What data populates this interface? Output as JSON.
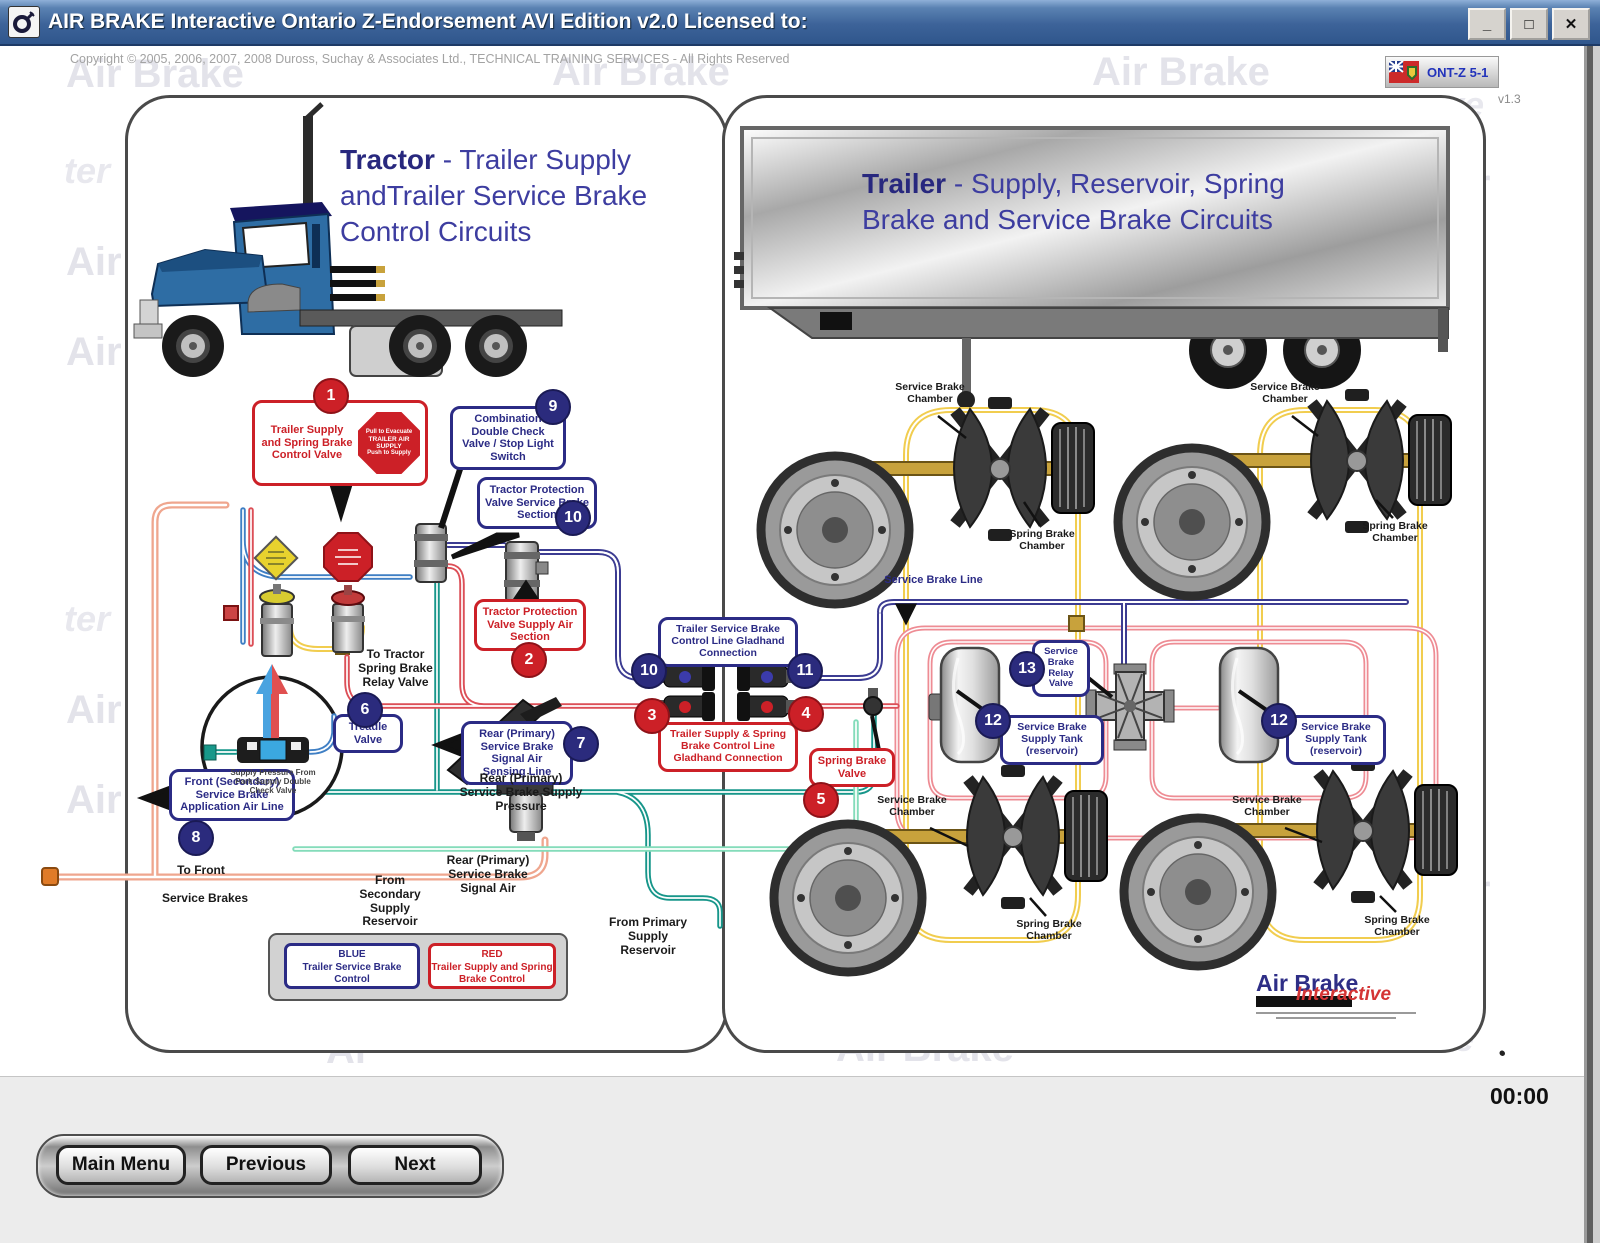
{
  "window": {
    "title": "AIR BRAKE Interactive Ontario Z-Endorsement AVI Edition v2.0  Licensed to:",
    "minimize": "_",
    "maximize": "□",
    "close": "✕"
  },
  "header": {
    "copyright": "Copyright © 2005, 2006, 2007, 2008  Duross, Suchay & Associates Ltd., TECHNICAL TRAINING SERVICES - All Rights Reserved",
    "badge": "ONT-Z 5-1",
    "version": "v1.3"
  },
  "colors": {
    "callout_red": "#cc2027",
    "callout_navy": "#2b2b7d",
    "title_navy": "#3d3da0",
    "titlebar_blue": "#3d6399"
  },
  "tractor": {
    "title_bold": "Tractor",
    "title_rest": " - Trailer Supply andTrailer Service Brake Control Circuits"
  },
  "trailer": {
    "title_bold": "Trailer",
    "title_rest": " - Supply, Reservoir, Spring Brake and Service Brake Circuits"
  },
  "callouts": {
    "n1": "1",
    "c1": "Trailer Supply and Spring Brake Control Valve",
    "oct1": "Pull to Evacuate",
    "oct2": "TRAILER AIR SUPPLY",
    "oct3": "Push to Supply",
    "n2": "2",
    "c2": "Tractor Protection Valve Supply Air Section",
    "n3": "3",
    "n4": "4",
    "n5": "5",
    "c5": "Spring Brake Valve",
    "n6": "6",
    "c6": "Treadle Valve",
    "n7": "7",
    "c7": "Rear (Primary) Service Brake Signal Air Sensing Line",
    "n8": "8",
    "c8": "Front (Secondary) Service Brake Application Air Line",
    "n9": "9",
    "c9": "Combination Double Check Valve / Stop Light Switch",
    "n10": "10",
    "c10": "Tractor Protection Valve Service Brake Section",
    "n11": "11",
    "n12": "12",
    "c12": "Service Brake Supply Tank (reservoir)",
    "n13": "13",
    "c13": "Service Brake Relay Valve",
    "gladhand_blue": "Trailer Service Brake Control Line Gladhand Connection",
    "gladhand_red": "Trailer Supply & Spring Brake Control Line Gladhand Connection"
  },
  "labels": {
    "to_tractor": "To Tractor Spring Brake Relay Valve",
    "rear_supply": "Rear (Primary) Service Brake Supply Pressure",
    "rear_signal": "Rear (Primary) Service Brake Signal Air",
    "from_secondary": "From Secondary Supply Reservoir",
    "from_primary": "From Primary Supply Reservoir",
    "to_front": "To Front",
    "service_brakes": "Service Brakes",
    "supply_circle": "Supply Pressure From Park Supply Double Check Valve",
    "service_brake_chamber": "Service Brake Chamber",
    "spring_brake_chamber": "Spring Brake Chamber",
    "service_brake_line": "Service Brake Line"
  },
  "legend": {
    "blue_title": "BLUE",
    "blue_text": "Trailer Service Brake Control",
    "red_title": "RED",
    "red_text": "Trailer Supply and Spring Brake Control"
  },
  "logo": {
    "part1": "Air Brake",
    "part2": "Interactive"
  },
  "footer": {
    "timer": "00:00"
  },
  "nav": {
    "main_menu": "Main Menu",
    "previous": "Previous",
    "next": "Next"
  },
  "watermarks": {
    "wm1": "Air Brake",
    "wm2": "Air Brake",
    "wm3": "Air Brake",
    "wm4": "ter",
    "wm5": "Air",
    "wm6": "Air",
    "wm7": "ter",
    "wm8": "Air",
    "wm9": "Air",
    "wm10": "ve",
    "wm11": "Br",
    "wm12": "ve",
    "wm13": "ve",
    "wm14": "Br",
    "wm15": "ve",
    "wm16": "Air Brake",
    "wm17": "Ai"
  }
}
